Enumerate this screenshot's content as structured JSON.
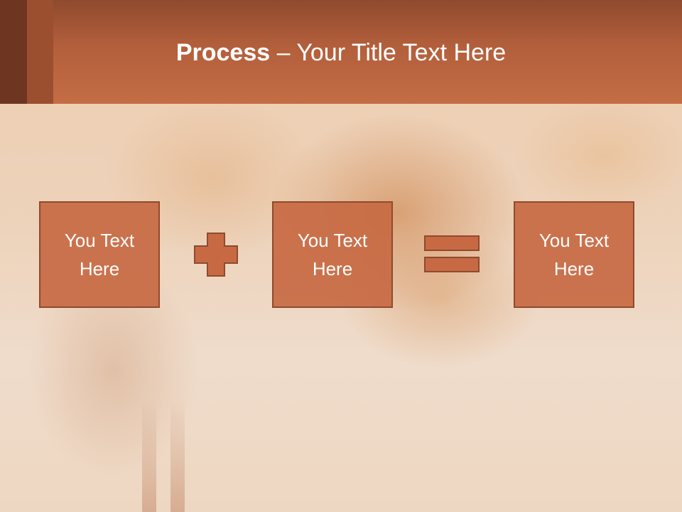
{
  "slide": {
    "title_bold": "Process",
    "title_rest": " – Your Title Text Here"
  },
  "process": {
    "steps": [
      {
        "label": "You Text Here"
      },
      {
        "label": "You Text Here"
      },
      {
        "label": "You Text Here"
      }
    ],
    "operators": [
      "plus-icon",
      "equals-icon"
    ]
  },
  "colors": {
    "header": "#b35f3c",
    "box_fill": "#c76a44",
    "box_border": "#8f4a2e",
    "text": "#ffffff"
  }
}
